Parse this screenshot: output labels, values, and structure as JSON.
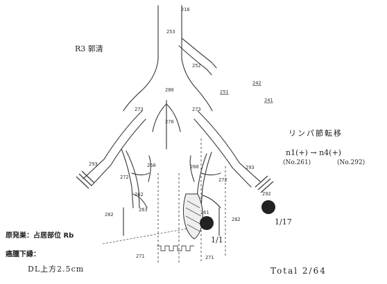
{
  "section_title": "R3 郭清",
  "node_labels": {
    "n216": "216",
    "n253": "253",
    "n252": "252",
    "n251": "251",
    "n242": "242",
    "n241": "241",
    "n280": "280",
    "n273_left": "273",
    "n273_right": "273",
    "n270": "270",
    "n293_left": "293",
    "n293_right": "293",
    "n260_left": "260",
    "n260_right": "260",
    "n272_left": "272",
    "n272_right": "272",
    "n262": "262",
    "n263": "263",
    "n282_left": "282",
    "n282_right": "282",
    "n261": "261",
    "n292": "292",
    "n271_left": "271",
    "n271_right": "271"
  },
  "metastasis_info": {
    "title": "リンパ節転移",
    "stage_change": "n1(+) → n4(+)",
    "node_from": "(No.261)",
    "node_to": "(No.292)"
  },
  "ratios": {
    "right_node": "1/17",
    "left_node": "1/1"
  },
  "lower_left": {
    "primary_site": "原発巣：占居部位 Rb",
    "tumor_lower_edge": "癌腫下縁：",
    "distance": "DL上方2.5cm"
  },
  "total": "Total 2/64",
  "colors": {
    "ink": "#222222",
    "node_fill": "#222222",
    "line": "#444444"
  }
}
